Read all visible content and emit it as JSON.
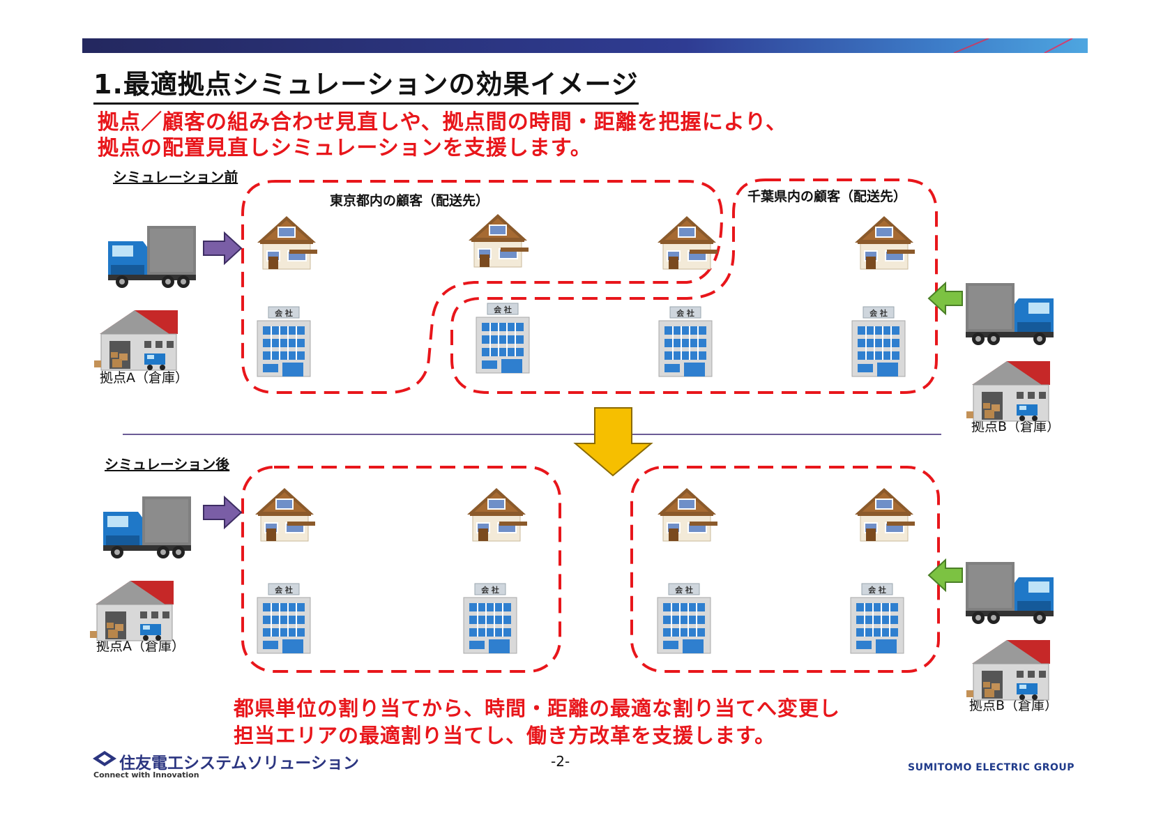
{
  "title": "1.最適拠点シミュレーションの効果イメージ",
  "lead_lines": [
    "拠点／顧客の組み合わせ見直しや、拠点間の時間・距離を把握により、",
    "拠点の配置見直しシミュレーションを支援します。"
  ],
  "before": {
    "label": "シミュレーション前",
    "tokyo_label": "東京都内の顧客（配送先）",
    "chiba_label": "千葉県内の顧客（配送先）",
    "depot_a": "拠点A（倉庫）",
    "depot_b": "拠点B（倉庫）"
  },
  "after": {
    "label": "シミュレーション後",
    "depot_a": "拠点A（倉庫）",
    "depot_b": "拠点B（倉庫）"
  },
  "result_lines": [
    "都県単位の割り当てから、時間・距離の最適な割り当てへ変更し",
    "担当エリアの最適割り当てし、働き方改革を支援します。"
  ],
  "footer": {
    "company": "住友電工システムソリューション",
    "tagline": "Connect with Innovation",
    "page": "-2-",
    "group": "SUMITOMO ELECTRIC GROUP"
  },
  "building_sign": "会 社",
  "colors": {
    "accent_red": "#e8161b",
    "header_navy": "#2b2f7a",
    "arrow_purple": "#7a5ea6",
    "arrow_green": "#7cc242",
    "arrow_yellow": "#f6bf00",
    "divider": "#6b5b95"
  },
  "icons": [
    "truck-icon",
    "house-icon",
    "office-building-icon",
    "warehouse-icon",
    "arrow-right-icon",
    "arrow-left-icon",
    "arrow-down-icon"
  ]
}
